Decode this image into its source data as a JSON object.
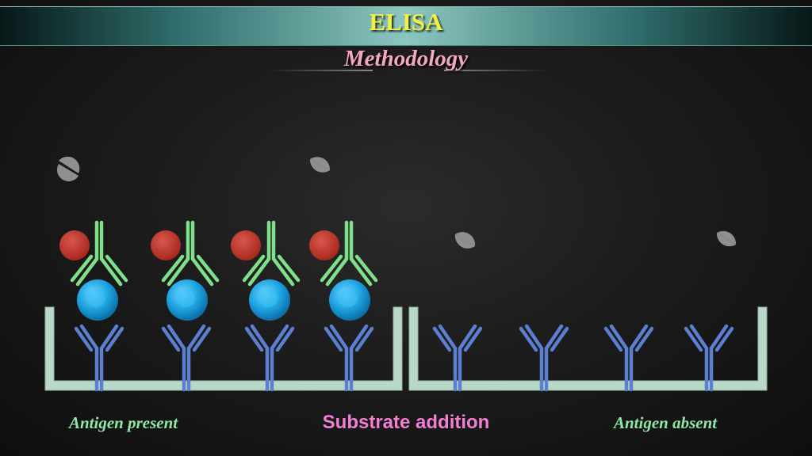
{
  "header": {
    "title": "ELISA",
    "subtitle": "Methodology"
  },
  "captions": {
    "left": "Antigen present",
    "center": "Substrate addition",
    "right": "Antigen absent"
  },
  "colors": {
    "well": "#b9d8c8",
    "capture_antibody": "#5b7fd1",
    "antigen": "#20a9e6",
    "detection_antibody": "#7fe08a",
    "enzyme": "#c2362c",
    "substrate": "#8f8f8f",
    "title": "#f2ef48",
    "subtitle": "#f4a6c2",
    "caption": "#8de7a6",
    "caption_center": "#f37fd5"
  },
  "legend_icons": [
    "capture-antibody-icon",
    "antigen-icon",
    "detection-antibody-icon",
    "enzyme-icon",
    "substrate-icon"
  ]
}
